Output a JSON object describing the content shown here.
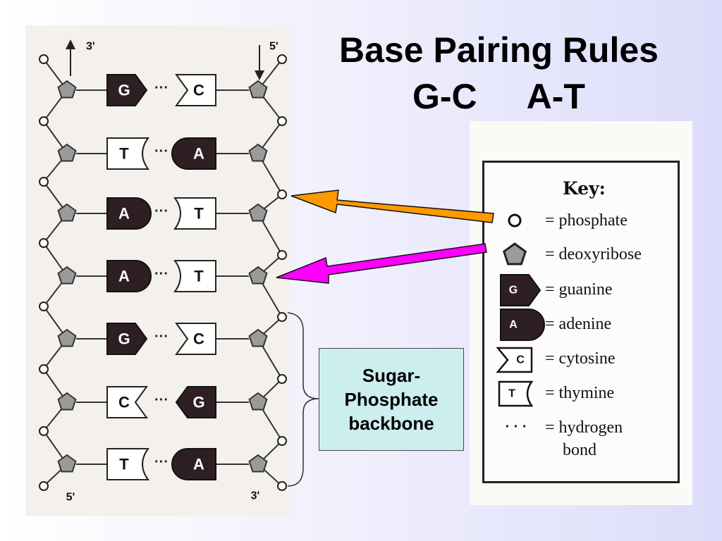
{
  "title": {
    "line1": "Base Pairing Rules",
    "pair1": "G-C",
    "pair2": "A-T"
  },
  "diagram": {
    "top_left_end": "3'",
    "top_right_end": "5'",
    "bottom_left_end": "5'",
    "bottom_right_end": "3'",
    "pairs": [
      {
        "left": "G",
        "right": "C"
      },
      {
        "left": "T",
        "right": "A"
      },
      {
        "left": "A",
        "right": "T"
      },
      {
        "left": "A",
        "right": "T"
      },
      {
        "left": "G",
        "right": "C"
      },
      {
        "left": "C",
        "right": "G"
      },
      {
        "left": "T",
        "right": "A"
      }
    ],
    "hydrogen_bond": "···"
  },
  "key": {
    "title": "Key:",
    "items": [
      {
        "symbol": "phosphate-icon",
        "label": "= phosphate"
      },
      {
        "symbol": "deoxyribose-icon",
        "label": "= deoxyribose"
      },
      {
        "symbol": "guanine-icon",
        "letter": "G",
        "label": "= guanine"
      },
      {
        "symbol": "adenine-icon",
        "letter": "A",
        "label": "= adenine"
      },
      {
        "symbol": "cytosine-icon",
        "letter": "C",
        "label": "= cytosine"
      },
      {
        "symbol": "thymine-icon",
        "letter": "T",
        "label": "= thymine"
      },
      {
        "symbol": "hydrogen-bond-icon",
        "label": "= hydrogen",
        "label2": "bond"
      }
    ]
  },
  "backbone_label": {
    "line1": "Sugar-",
    "line2": "Phosphate",
    "line3": "backbone"
  },
  "colors": {
    "phosphate_arrow": "#ff9900",
    "deoxyribose_arrow": "#ff00ff",
    "purine_fill": "#2e1f24",
    "sugar_fill": "#9a9a9a",
    "backbone_box": "#cdeeee"
  }
}
